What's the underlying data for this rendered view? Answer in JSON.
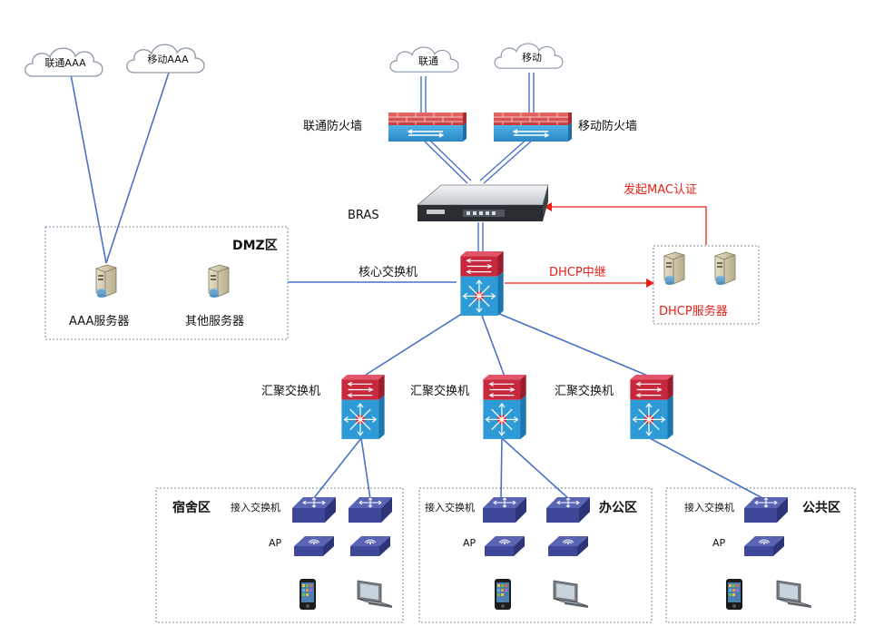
{
  "clouds": {
    "unicom_aaa": "联通AAA",
    "mobile_aaa": "移动AAA",
    "unicom": "联通",
    "mobile": "移动"
  },
  "firewalls": {
    "unicom": "联通防火墙",
    "mobile": "移动防火墙"
  },
  "bras": "BRAS",
  "core_switch": "核心交换机",
  "mac_auth": "发起MAC认证",
  "dhcp_relay": "DHCP中继",
  "dhcp_server": "DHCP服务器",
  "dmz": {
    "title": "DMZ区",
    "aaa_server": "AAA服务器",
    "other_server": "其他服务器"
  },
  "aggregation_switch": "汇聚交换机",
  "zones": {
    "dorm": "宿舍区",
    "office": "办公区",
    "public": "公共区"
  },
  "access_switch": "接入交换机",
  "ap": "AP",
  "colors": {
    "link": "#4a72c4",
    "red_accent": "#e8201a",
    "switch_red": "#c8283c",
    "switch_blue": "#2e9bd6"
  }
}
